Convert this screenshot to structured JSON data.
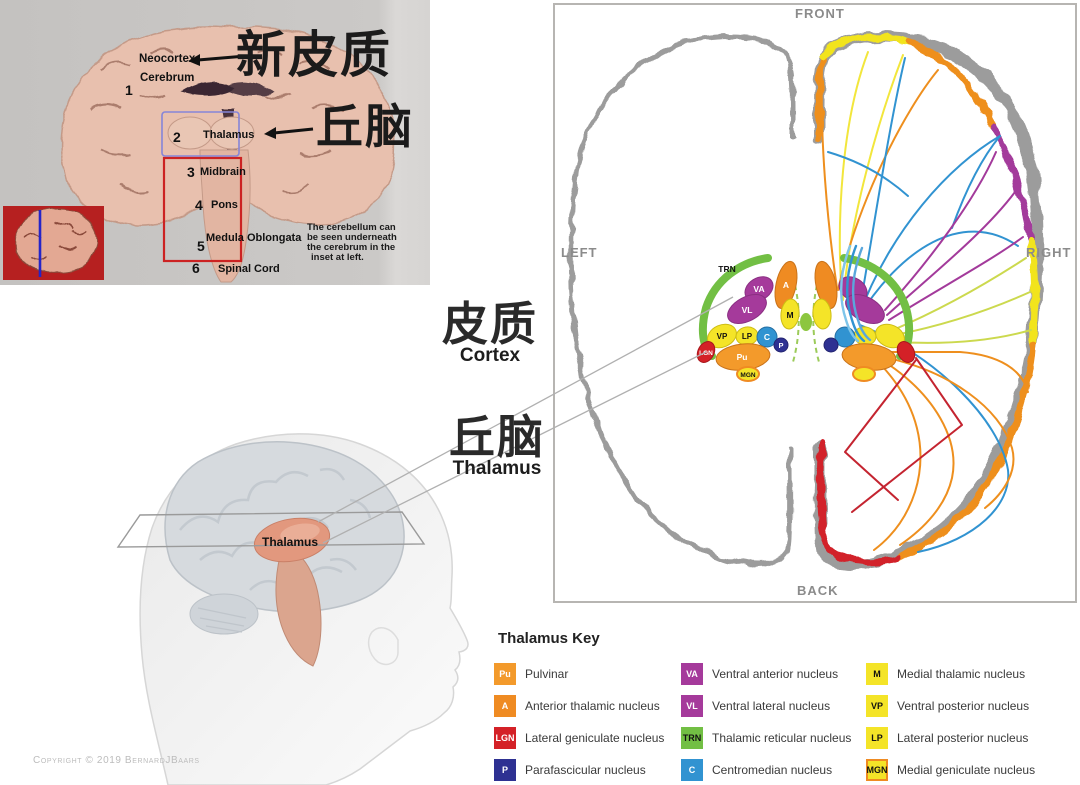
{
  "photo": {
    "labels": {
      "neocortex": "Neocortex",
      "cerebrum": "Cerebrum",
      "thalamus": "Thalamus",
      "midbrain": "Midbrain",
      "pons": "Pons",
      "medulla": "Medula Oblongata",
      "spinal_cord": "Spinal Cord"
    },
    "numbers": [
      "1",
      "2",
      "3",
      "4",
      "5",
      "6"
    ],
    "note_lines": [
      "The cerebellum can",
      "be seen underneath",
      "the cerebrum in the",
      "inset at left."
    ]
  },
  "annotations": {
    "neocortex_zh": "新皮质",
    "thalamus_zh_top": "丘脑",
    "cortex_zh": "皮质",
    "cortex_en": "Cortex",
    "thalamus_zh": "丘脑",
    "thalamus_en": "Thalamus"
  },
  "head": {
    "thalamus_label": "Thalamus"
  },
  "axial": {
    "front": "FRONT",
    "left": "LEFT",
    "right": "RIGHT",
    "back": "BACK"
  },
  "key": {
    "title": "Thalamus Key",
    "columns": [
      {
        "items": [
          {
            "abbr": "Pu",
            "label": "Pulvinar",
            "color": "#F39A2B",
            "text_color": "#ffffff",
            "border": "rgba(0,0,0,0)"
          },
          {
            "abbr": "A",
            "label": "Anterior thalamic nucleus",
            "color": "#EF8B22",
            "text_color": "#ffffff",
            "border": "rgba(0,0,0,0)"
          },
          {
            "abbr": "LGN",
            "label": "Lateral geniculate nucleus",
            "color": "#D42127",
            "text_color": "#ffffff",
            "border": "rgba(0,0,0,0)"
          },
          {
            "abbr": "P",
            "label": "Parafascicular nucleus",
            "color": "#2E3192",
            "text_color": "#ffffff",
            "border": "rgba(0,0,0,0)"
          }
        ]
      },
      {
        "items": [
          {
            "abbr": "VA",
            "label": "Ventral anterior nucleus",
            "color": "#A53A9B",
            "text_color": "#ffffff",
            "border": "rgba(0,0,0,0)"
          },
          {
            "abbr": "VL",
            "label": "Ventral lateral nucleus",
            "color": "#A53A9B",
            "text_color": "#ffffff",
            "border": "rgba(0,0,0,0)"
          },
          {
            "abbr": "TRN",
            "label": "Thalamic reticular nucleus",
            "color": "#72BF44",
            "text_color": "#111111",
            "border": "rgba(0,0,0,0)"
          },
          {
            "abbr": "C",
            "label": "Centromedian nucleus",
            "color": "#3193D1",
            "text_color": "#ffffff",
            "border": "rgba(0,0,0,0)"
          }
        ]
      },
      {
        "items": [
          {
            "abbr": "M",
            "label": "Medial thalamic nucleus",
            "color": "#F4E428",
            "text_color": "#111111",
            "border": "rgba(0,0,0,0)"
          },
          {
            "abbr": "VP",
            "label": "Ventral posterior nucleus",
            "color": "#F4E428",
            "text_color": "#111111",
            "border": "rgba(0,0,0,0)"
          },
          {
            "abbr": "LP",
            "label": "Lateral posterior nucleus",
            "color": "#F4E428",
            "text_color": "#111111",
            "border": "rgba(0,0,0,0)"
          },
          {
            "abbr": "MGN",
            "label": "Medial geniculate nucleus",
            "color": "#F4E428",
            "text_color": "#111111",
            "border": "#EF8B22"
          }
        ]
      }
    ]
  },
  "copyright": "Copyright © 2019 BernardJBaars",
  "colors": {
    "outline_gray": "#9C9C9C",
    "edge_yellow": "#F2E41F",
    "edge_orange": "#EE8F1E",
    "edge_purple": "#A33A9B",
    "edge_red": "#D2202A",
    "fiber_blue": "#3193D1",
    "fiber_light_blue": "#7EC5EA",
    "fiber_crimson": "#C42430",
    "fiber_yellow_green": "#CCD94E",
    "trn_green": "#72BF44",
    "photo_background": "#C8C6C4",
    "brain_pink": "#E8C0AE",
    "inset_red": "#B62020"
  }
}
